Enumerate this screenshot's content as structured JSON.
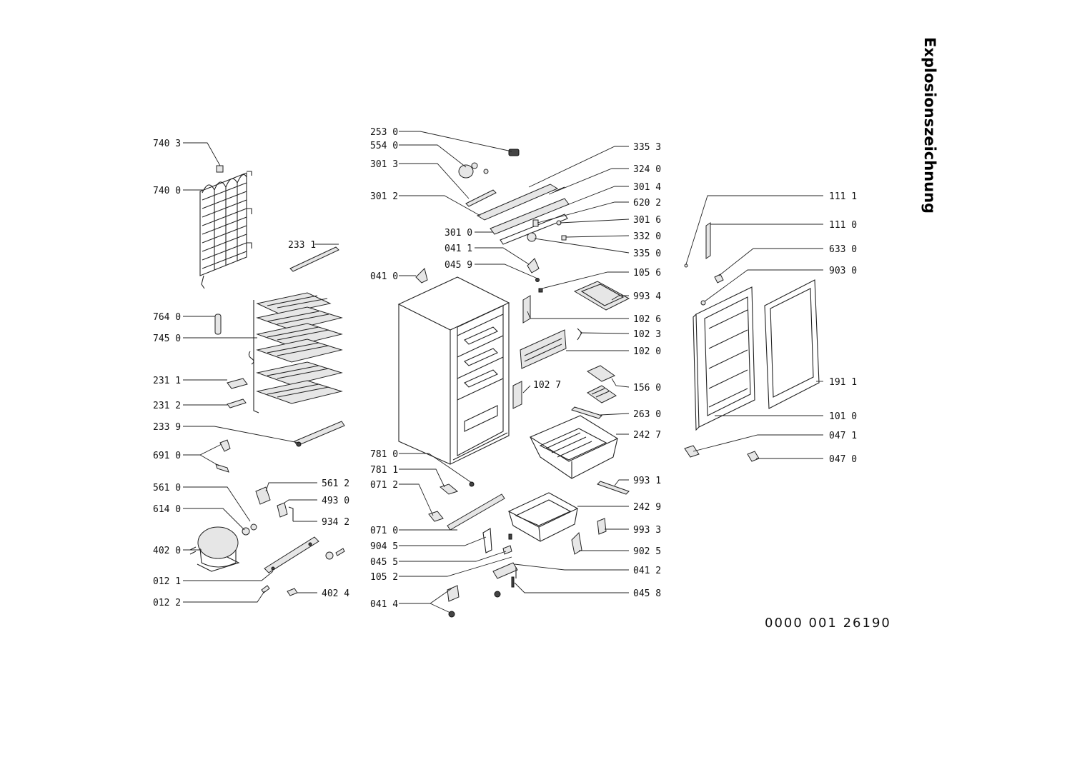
{
  "title": "Explosionszeichnung",
  "document_number": "0000 001 26190",
  "labels": [
    {
      "code": "740 3"
    },
    {
      "code": "740 0"
    },
    {
      "code": "233 1"
    },
    {
      "code": "764 0"
    },
    {
      "code": "745 0"
    },
    {
      "code": "231 1"
    },
    {
      "code": "231 2"
    },
    {
      "code": "233 9"
    },
    {
      "code": "691 0"
    },
    {
      "code": "561 0"
    },
    {
      "code": "614 0"
    },
    {
      "code": "402 0"
    },
    {
      "code": "012 1"
    },
    {
      "code": "012 2"
    },
    {
      "code": "561 2"
    },
    {
      "code": "493 0"
    },
    {
      "code": "934 2"
    },
    {
      "code": "402 4"
    },
    {
      "code": "253 0"
    },
    {
      "code": "554 0"
    },
    {
      "code": "301 3"
    },
    {
      "code": "301 2"
    },
    {
      "code": "301 0"
    },
    {
      "code": "041 1"
    },
    {
      "code": "045 9"
    },
    {
      "code": "041 0"
    },
    {
      "code": "781 0"
    },
    {
      "code": "781 1"
    },
    {
      "code": "071 2"
    },
    {
      "code": "071 0"
    },
    {
      "code": "904 5"
    },
    {
      "code": "045 5"
    },
    {
      "code": "105 2"
    },
    {
      "code": "041 4"
    },
    {
      "code": "335 3"
    },
    {
      "code": "324 0"
    },
    {
      "code": "301 4"
    },
    {
      "code": "620 2"
    },
    {
      "code": "301 6"
    },
    {
      "code": "332 0"
    },
    {
      "code": "335 0"
    },
    {
      "code": "105 6"
    },
    {
      "code": "993 4"
    },
    {
      "code": "102 6"
    },
    {
      "code": "102 3"
    },
    {
      "code": "102 0"
    },
    {
      "code": "102 7"
    },
    {
      "code": "156 0"
    },
    {
      "code": "263 0"
    },
    {
      "code": "242 7"
    },
    {
      "code": "993 1"
    },
    {
      "code": "242 9"
    },
    {
      "code": "993 3"
    },
    {
      "code": "902 5"
    },
    {
      "code": "041 2"
    },
    {
      "code": "045 8"
    },
    {
      "code": "111 1"
    },
    {
      "code": "111 0"
    },
    {
      "code": "633 0"
    },
    {
      "code": "903 0"
    },
    {
      "code": "191 1"
    },
    {
      "code": "101 0"
    },
    {
      "code": "047 1"
    },
    {
      "code": "047 0"
    }
  ]
}
